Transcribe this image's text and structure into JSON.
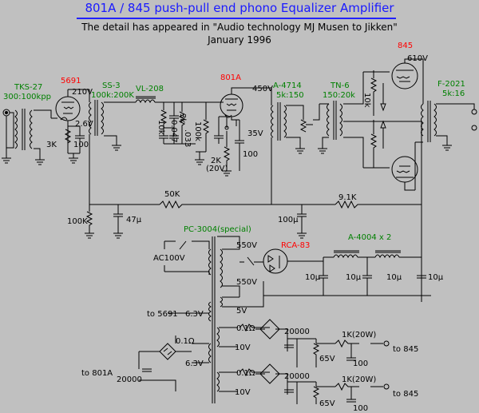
{
  "header": {
    "title": "801A / 845 push-pull end  phono Equalizer Amplifier",
    "subtitle": "The detail has appeared in \"Audio technology MJ Musen to Jikken\"",
    "date": "January 1996"
  },
  "colors": {
    "tube": "#ff0000",
    "transformer": "#008000",
    "title": "#1a1aff",
    "background": "#c0c0c0",
    "wire": "#000000"
  },
  "labels": {
    "tks27_name": "TKS-27",
    "tks27_ratio": "300:100kpp",
    "t5691_name": "5691",
    "v210": "210V",
    "v2_6": "2.6V",
    "r3k_a": "3K",
    "c100_a": "100",
    "ss3_name": "SS-3",
    "ss3_ratio": "100k:200K",
    "vl208_name": "VL-208",
    "r10k": "10k",
    "c0047": "0.047",
    "r3k_b": "3k",
    "c0033": ".033",
    "r100k_a": "100k",
    "t801a_name": "801A",
    "v450": "450V",
    "v35": "35V",
    "r2k": "2K",
    "v20": "(20V)",
    "c100_b": "100",
    "a4714_name": "A-4714",
    "a4714_ratio": "5k:150",
    "tn6_name": "TN-6",
    "tn6_ratio": "150:20k",
    "t845_name": "845",
    "v610": "610V",
    "r10k_b": "10k",
    "f2021_name": "F-2021",
    "f2021_ratio": "5k:16",
    "r50k": "50K",
    "r9_1k": "9.1K",
    "r100k_b": "100K",
    "c47": "47µ",
    "c100u": "100µ",
    "pc3004_name": "PC-3004(special)",
    "ac100v": "AC100V",
    "v550_a": "550V",
    "v550_b": "550V",
    "rca83_name": "RCA-83",
    "a4004_name": "A-4004 x 2",
    "c10_a": "10µ",
    "c10_b": "10µ",
    "c10_c": "10µ",
    "c10_d": "10µ",
    "v5": "5V",
    "to5691": "to 5691",
    "v6_3_a": "6.3V",
    "to801a": "to 801A",
    "r01_a": "0.1Ω",
    "v6_3_b": "6.3V",
    "c20000_a": "20000",
    "r01_b": "0.1Ω",
    "c20000_b": "20000",
    "v10_a": "10V",
    "r1k_a": "1K(20W)",
    "v65_a": "65V",
    "c100_c": "100",
    "to845_a": "to 845",
    "r01_c": "0.1Ω",
    "c20000_c": "20000",
    "v10_b": "10V",
    "r1k_b": "1K(20W)",
    "v65_b": "65V",
    "c100_d": "100",
    "to845_b": "to 845"
  }
}
